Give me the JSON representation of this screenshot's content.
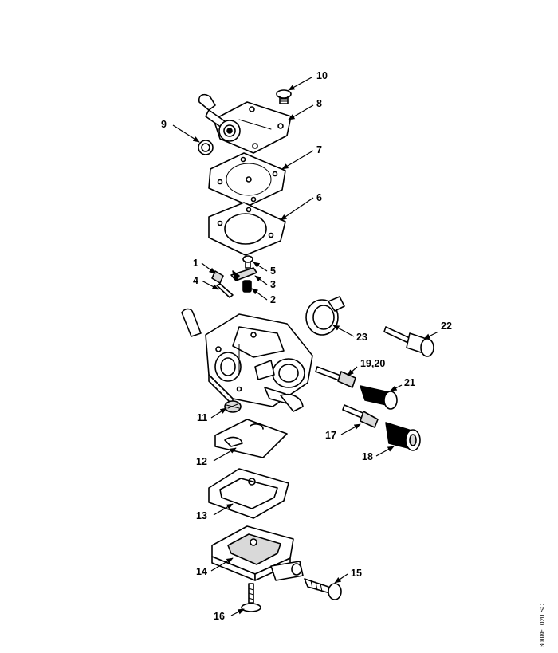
{
  "callouts": {
    "c1": "1",
    "c2": "2",
    "c3": "3",
    "c4": "4",
    "c5": "5",
    "c6": "6",
    "c7": "7",
    "c8": "8",
    "c9": "9",
    "c10": "10",
    "c11": "11",
    "c12": "12",
    "c13": "13",
    "c14": "14",
    "c15": "15",
    "c16": "16",
    "c17": "17",
    "c18": "18",
    "c19_20": "19,20",
    "c21": "21",
    "c22": "22",
    "c23": "23"
  },
  "document_id": "3008ET020 SC",
  "colors": {
    "line": "#000000",
    "background": "#ffffff"
  }
}
